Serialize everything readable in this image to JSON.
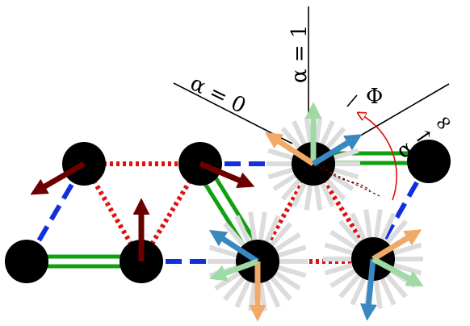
{
  "labels": {
    "alpha": "α",
    "alpha_zero": "α = 0",
    "alpha_one": "α = 1",
    "alpha_infinity": "α → ∞",
    "phi": "Φ"
  },
  "colors": {
    "site": "#000000",
    "bond_blue": "#1030e0",
    "bond_red": "#e01010",
    "bond_green": "#10a010",
    "spin_dark": "#6b0000",
    "spin_blue": "#3a88c0",
    "spin_orange": "#f2a968",
    "spin_lightgreen": "#9fd9a4",
    "fan_gray": "#dcdcdc"
  }
}
